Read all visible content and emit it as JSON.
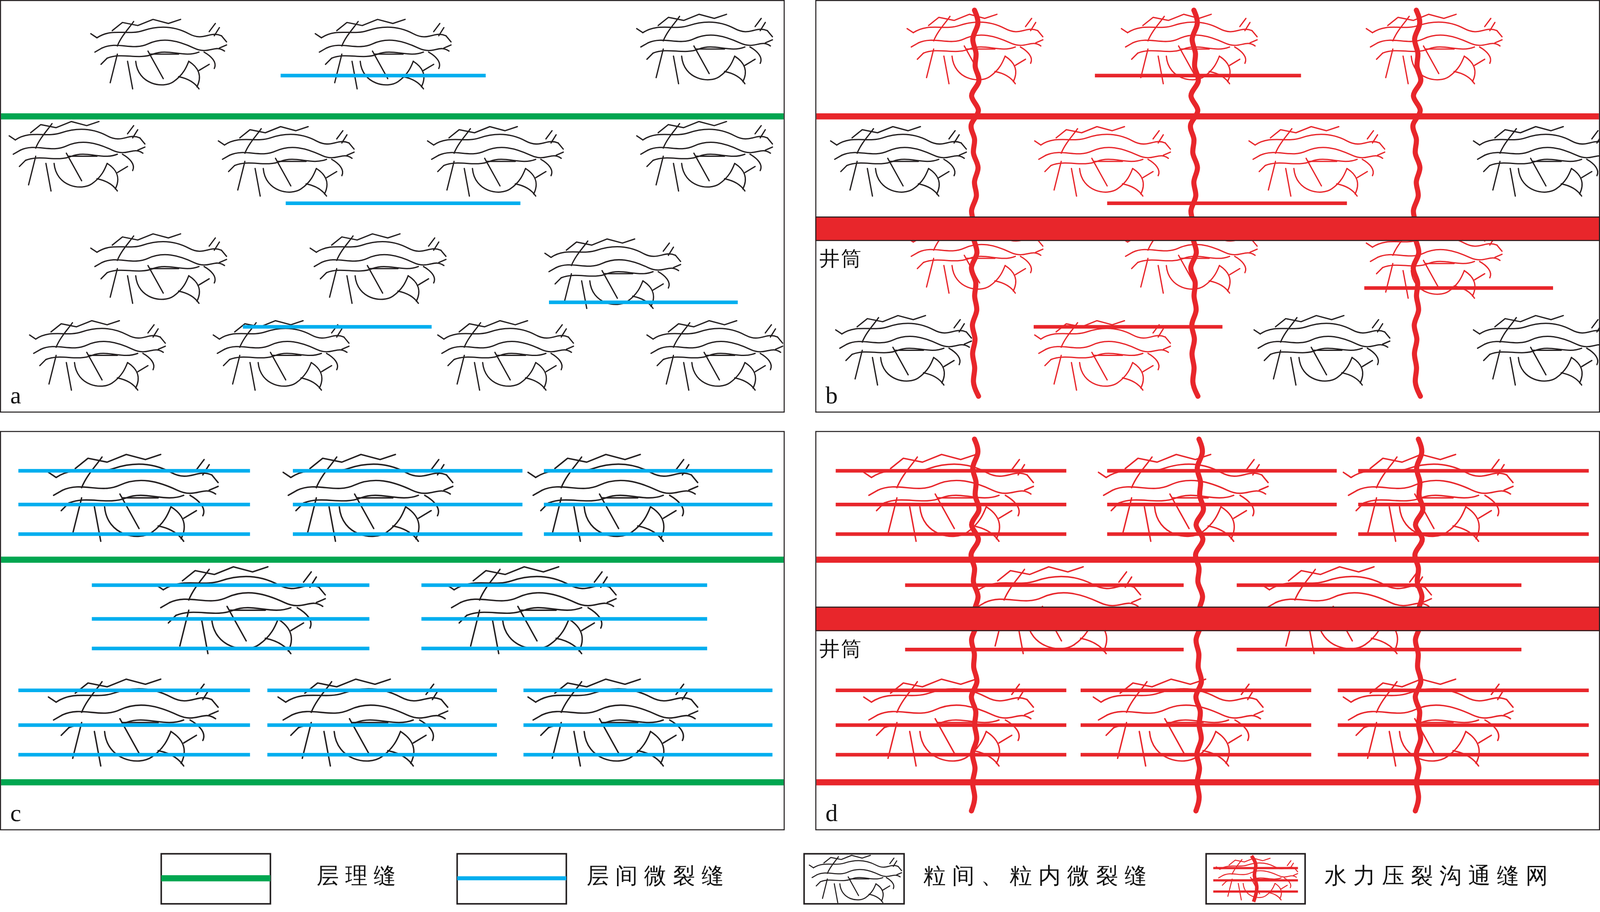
{
  "diagram": {
    "nodes": [
      {
        "text": [
          "a"
        ]
      },
      {
        "text": [
          "b"
        ]
      },
      {
        "text": [
          "井筒"
        ],
        "in": 1
      },
      {
        "text": [
          "c"
        ]
      },
      {
        "text": [
          "d"
        ]
      },
      {
        "text": [
          "井筒"
        ],
        "in": 4
      }
    ],
    "legend": [
      {
        "text": "层理缝"
      },
      {
        "text": "层间微裂缝"
      },
      {
        "text": "粒间、粒内微裂缝"
      },
      {
        "text": "水力压裂沟通缝网"
      }
    ]
  }
}
